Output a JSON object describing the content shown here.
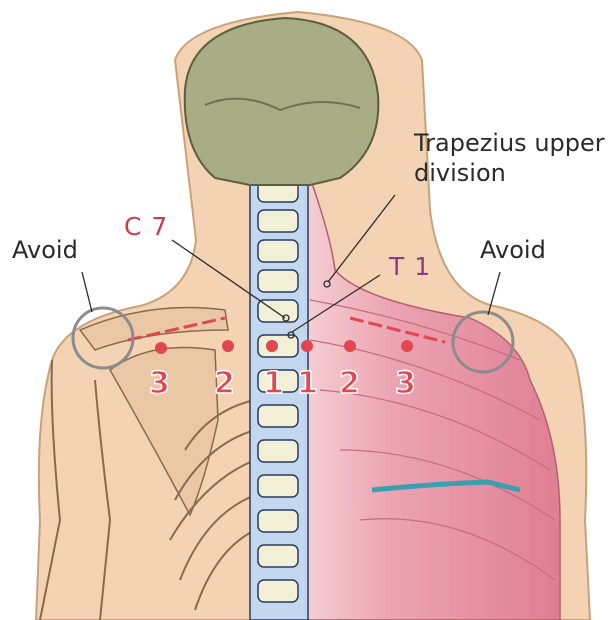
{
  "labels": {
    "trapezius": "Trapezius upper\ndivision",
    "c7": "C 7",
    "t1": "T 1",
    "avoid_left": "Avoid",
    "avoid_right": "Avoid"
  },
  "points": [
    {
      "number": "3",
      "side": "left"
    },
    {
      "number": "2",
      "side": "left"
    },
    {
      "number": "1",
      "side": "left"
    },
    {
      "number": "1",
      "side": "right"
    },
    {
      "number": "2",
      "side": "right"
    },
    {
      "number": "3",
      "side": "right"
    }
  ],
  "colors": {
    "point": "#e2464e",
    "muscle": "#e07a92",
    "skin": "#f3d3b3",
    "skull": "#a9ad85",
    "spine": "#c3d7ee",
    "avoid_ring": "#8c8c8c"
  }
}
